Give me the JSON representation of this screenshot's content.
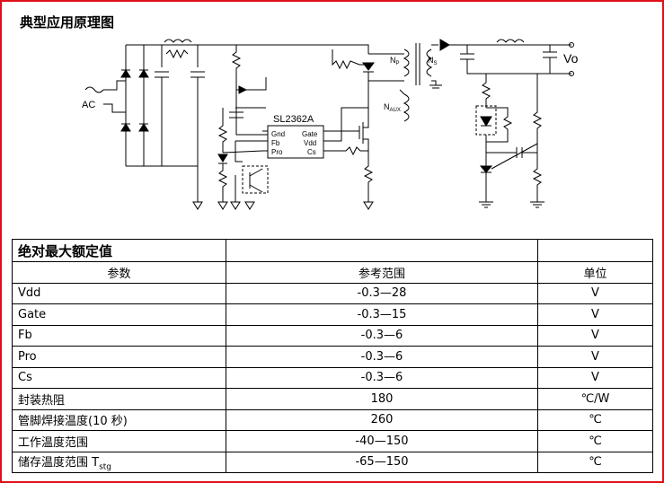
{
  "schematic": {
    "title": "典型应用原理图",
    "chip_name": "SL2362A",
    "pins_left": [
      "Gnd",
      "Fb",
      "Pro"
    ],
    "pins_right": [
      "Gate",
      "Vdd",
      "Cs"
    ],
    "labels": {
      "ac": "AC",
      "np": "N",
      "np_sub": "P",
      "ns": "N",
      "ns_sub": "S",
      "naux": "N",
      "naux_sub": "AUX",
      "vo": "Vo"
    }
  },
  "table": {
    "title": "绝对最大额定值",
    "headers": [
      "参数",
      "参考范围",
      "单位"
    ],
    "rows": [
      {
        "param": "Vdd",
        "range": "-0.3—28",
        "unit": "V"
      },
      {
        "param": "Gate",
        "range": "-0.3—15",
        "unit": "V"
      },
      {
        "param": "Fb",
        "range": "-0.3—6",
        "unit": "V"
      },
      {
        "param": "Pro",
        "range": "-0.3—6",
        "unit": "V"
      },
      {
        "param": "Cs",
        "range": "-0.3—6",
        "unit": "V"
      },
      {
        "param": "封装热阻",
        "range": "180",
        "unit": "℃/W"
      },
      {
        "param": "管脚焊接温度(10 秒)",
        "range": "260",
        "unit": "℃"
      },
      {
        "param": "工作温度范围",
        "range": "-40—150",
        "unit": "℃"
      },
      {
        "param": "储存温度范围  T",
        "param_sub": "stg",
        "range": "-65—150",
        "unit": "℃"
      }
    ]
  }
}
